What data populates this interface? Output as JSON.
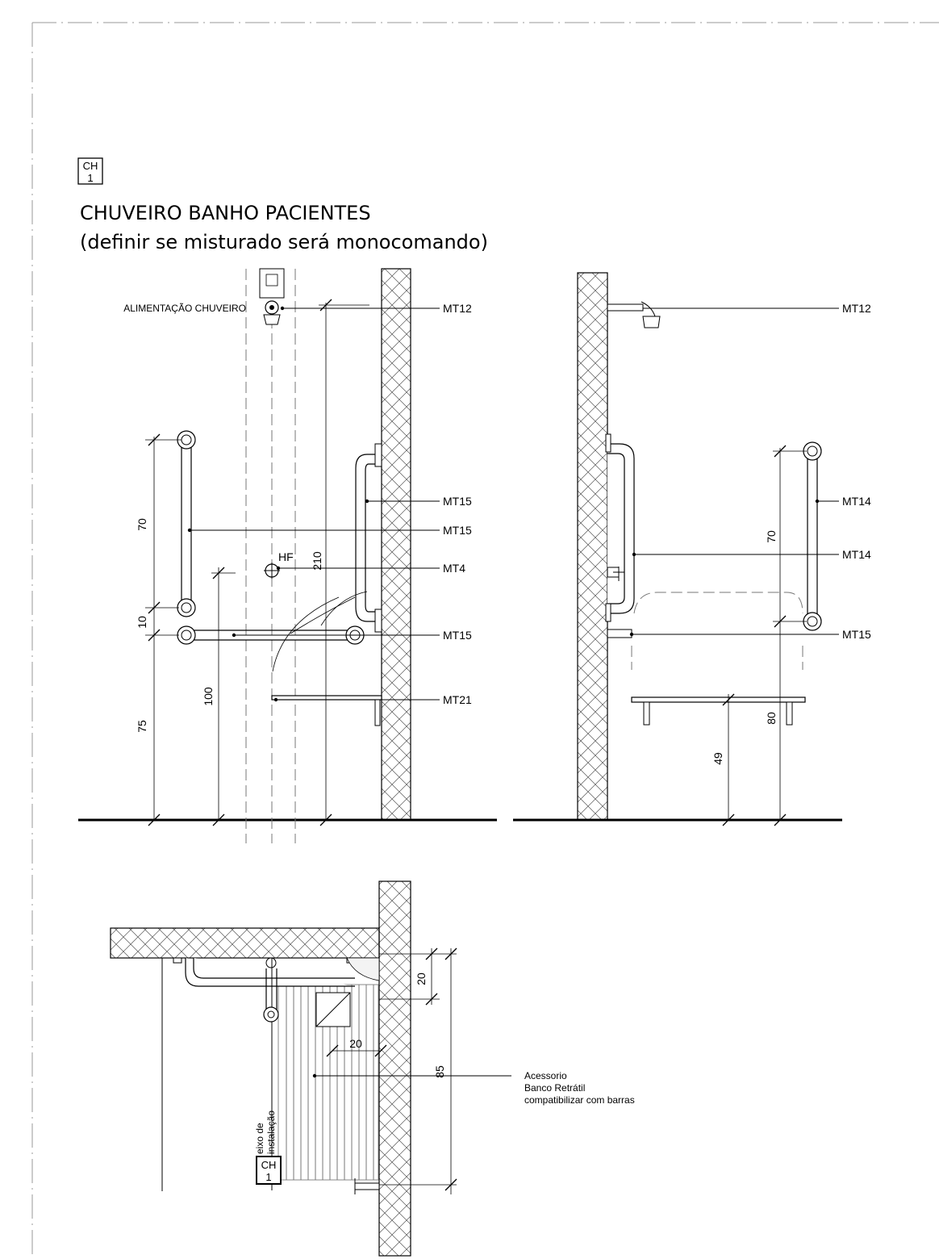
{
  "tag": {
    "top": "CH",
    "bottom": "1"
  },
  "title": {
    "line1": "CHUVEIRO BANHO PACIENTES",
    "line2": "(definir se misturado será monocomando)"
  },
  "front": {
    "alimentacao": "ALIMENTAÇÃO CHUVEIRO",
    "hf": "HF",
    "callouts": [
      "MT12",
      "MT15",
      "MT15",
      "MT4",
      "MT15",
      "MT21"
    ],
    "dims": {
      "d70": "70",
      "d10": "10",
      "d75": "75",
      "d100": "100",
      "d210": "210"
    }
  },
  "side": {
    "callouts": [
      "MT12",
      "MT14",
      "MT14",
      "MT15"
    ],
    "dims": {
      "d70": "70",
      "d80": "80",
      "d49": "49"
    }
  },
  "plan": {
    "dims": {
      "d20a": "20",
      "d20b": "20",
      "d85": "85"
    },
    "note": [
      "Acessorio",
      "Banco Retrátil",
      "compatibilizar com barras"
    ],
    "axis": [
      "eixo de",
      "instalação"
    ],
    "tag": {
      "top": "CH",
      "bottom": "1"
    }
  }
}
